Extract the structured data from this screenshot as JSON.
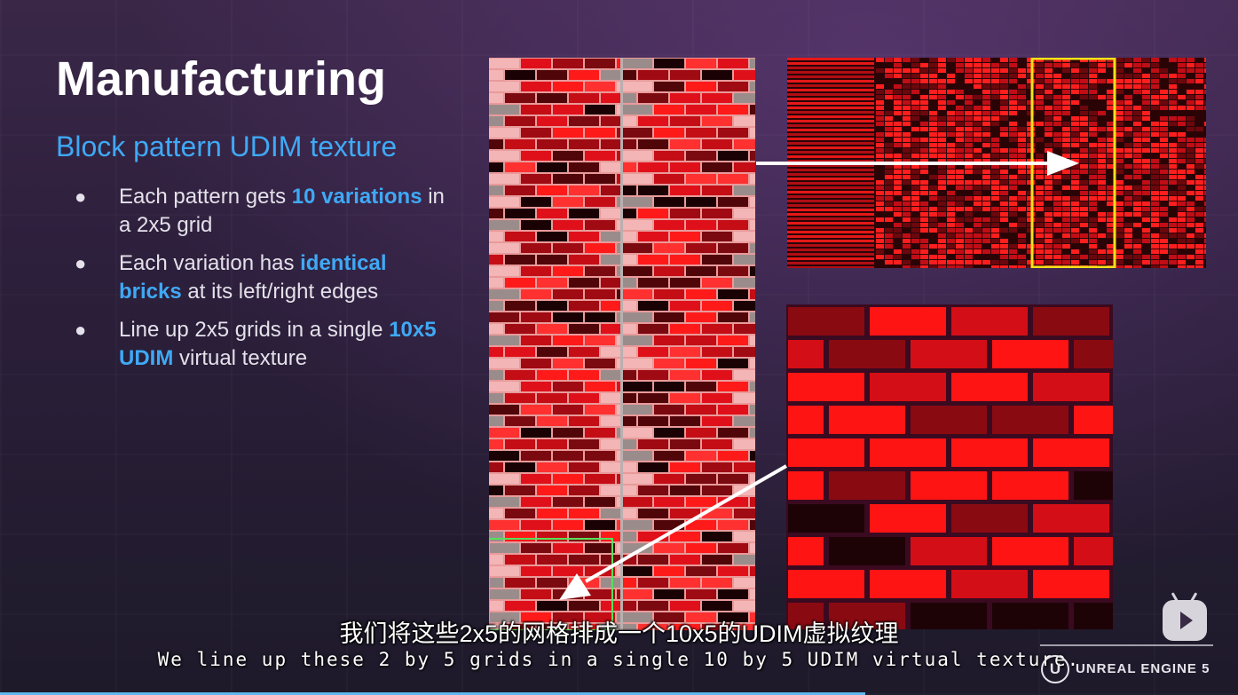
{
  "slide": {
    "title": "Manufacturing",
    "subtitle": "Block pattern UDIM texture",
    "bullets": [
      {
        "pre": "Each pattern gets ",
        "hl": "10 variations",
        "post": " in a 2x5 grid"
      },
      {
        "pre": "Each variation has ",
        "hl": "identical bricks",
        "post": " at its left/right edges"
      },
      {
        "pre": "Line up 2x5 grids in a single ",
        "hl": "10x5 UDIM",
        "post": " virtual texture"
      }
    ],
    "bullet_glyph": "●"
  },
  "captions": {
    "zh": "我们将这些2x5的网格排成一个10x5的UDIM虚拟纹理",
    "en": "We line up these 2 by 5 grids in a single 10 by 5 UDIM virtual texture."
  },
  "branding": {
    "engine_text": "UNREAL ENGINE 5",
    "logo_glyph": "U",
    "player_icon": "bilibili-tv-icon"
  },
  "colors": {
    "accent": "#3fa9f5",
    "highlight_yellow": "#f2e21a",
    "highlight_green": "#57e05c",
    "brick_red": "#e0101a",
    "brick_dark": "#6e0a10",
    "mortar": "#e99a9a"
  }
}
